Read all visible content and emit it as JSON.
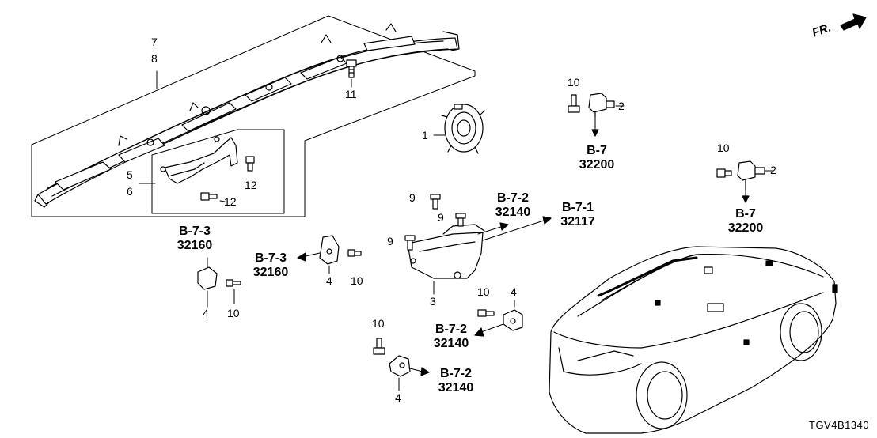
{
  "direction_indicator": "FR.",
  "diagram_code": "TGV4B1340",
  "part_numbers": {
    "p1": "1",
    "p2a": "2",
    "p2b": "2",
    "p3": "3",
    "p4a": "4",
    "p4b": "4",
    "p4c": "4",
    "p4d": "4",
    "p5": "5",
    "p6": "6",
    "p7": "7",
    "p8": "8",
    "p9a": "9",
    "p9b": "9",
    "p9c": "9",
    "p10a": "10",
    "p10b": "10",
    "p10c": "10",
    "p10d": "10",
    "p10e": "10",
    "p10f": "10",
    "p11": "11",
    "p12a": "12",
    "p12b": "12"
  },
  "references": [
    {
      "section": "B-7",
      "code": "32200"
    },
    {
      "section": "B-7",
      "code": "32200"
    },
    {
      "section": "B-7-2",
      "code": "32140"
    },
    {
      "section": "B-7-1",
      "code": "32117"
    },
    {
      "section": "B-7-3",
      "code": "32160"
    },
    {
      "section": "B-7-3",
      "code": "32160"
    },
    {
      "section": "B-7-2",
      "code": "32140"
    },
    {
      "section": "B-7-2",
      "code": "32140"
    }
  ]
}
